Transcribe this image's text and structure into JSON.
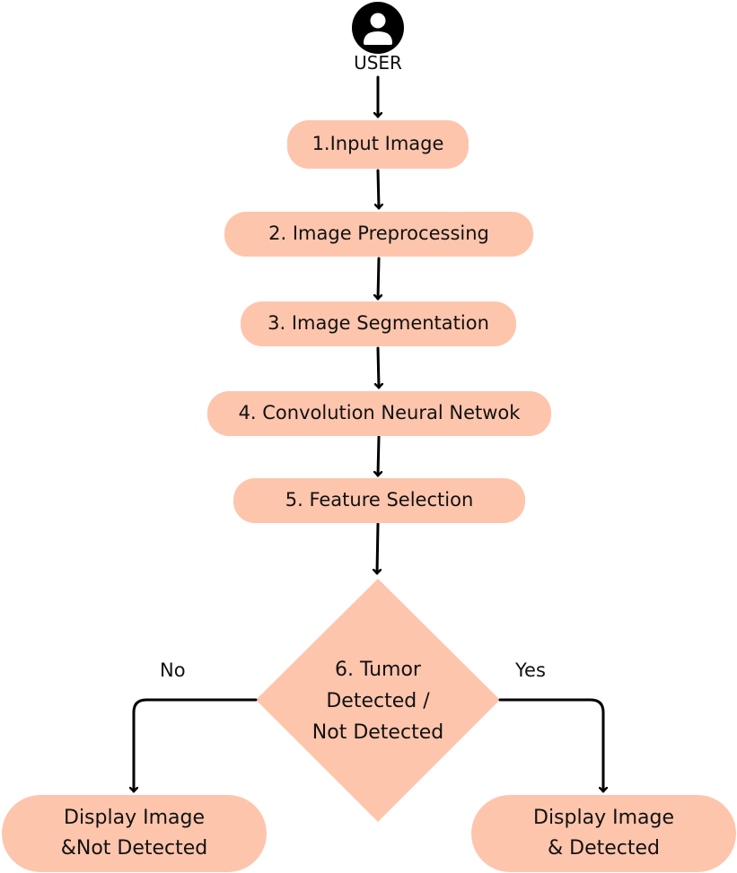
{
  "user": {
    "icon": "user-icon",
    "label": "USER"
  },
  "steps": [
    "1.Input Image",
    "2. Image Preprocessing",
    "3. Image Segmentation",
    "4. Convolution Neural Netwok",
    "5. Feature Selection"
  ],
  "decision": {
    "lines": [
      "6. Tumor",
      "Detected /",
      "Not Detected"
    ]
  },
  "branches": {
    "no_label": "No",
    "yes_label": "Yes"
  },
  "outcomes": {
    "not_detected": [
      "Display Image",
      "&Not Detected"
    ],
    "detected": [
      "Display Image",
      "& Detected"
    ]
  },
  "colors": {
    "node_fill": "#fec5ad",
    "arrow": "#000000",
    "icon": "#000000"
  }
}
